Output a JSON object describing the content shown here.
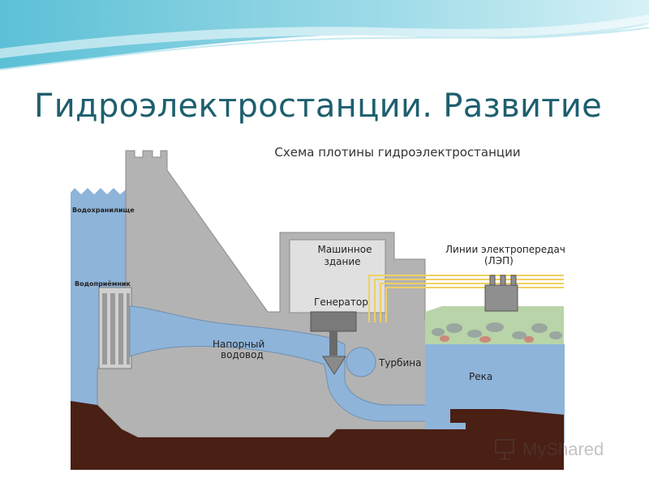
{
  "slide": {
    "title": "Гидроэлектростанции. Развитие"
  },
  "diagram": {
    "caption": "Схема плотины гидроэлектростанции",
    "labels": {
      "reservoir": "Водохранилище",
      "intake": "Водоприёмник",
      "powerhouse_line1": "Машинное",
      "powerhouse_line2": "здание",
      "generator": "Генератор",
      "penstock_line1": "Напорный",
      "penstock_line2": "водовод",
      "turbine": "Турбина",
      "river": "Река",
      "power_lines_line1": "Линии электропередач",
      "power_lines_line2": "(ЛЭП)"
    }
  },
  "watermark": {
    "text": "MyShared"
  },
  "colors": {
    "title": "#1e5f6e",
    "water": "#8eb4da",
    "dam": "#b3b3b3",
    "ground": "#4a1f14"
  }
}
